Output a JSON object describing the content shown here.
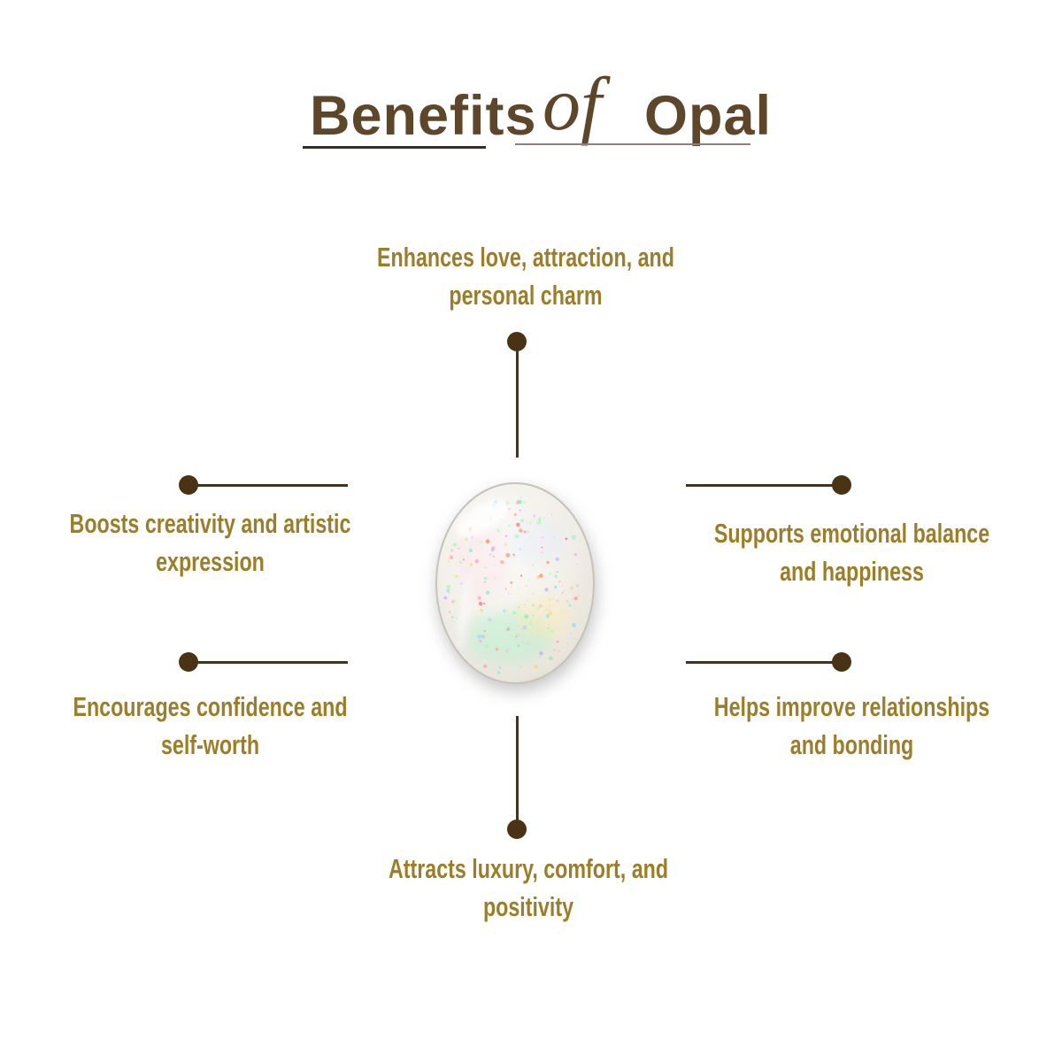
{
  "title": {
    "word1": "Benefits",
    "word2": "of",
    "word3": "Opal"
  },
  "benefits": {
    "top": "Enhances love, attraction, and\npersonal charm",
    "left_top": "Boosts creativity and artistic\nexpression",
    "left_bottom": "Encourages confidence and\nself-worth",
    "right_top": "Supports emotional balance\nand happiness",
    "right_bottom": "Helps improve relationships\nand bonding",
    "bottom": "Attracts luxury, comfort, and\npositivity"
  },
  "gem": {
    "icon": "opal-gem",
    "body_color": "#f3f0ea",
    "rim_color": "#c6c3bd",
    "speckle_colors": [
      "#ff9ec4",
      "#7de8b5",
      "#8fd6ff",
      "#ffd27d",
      "#c9a8ff",
      "#ff8d66",
      "#6ff0d8",
      "#e8e35e",
      "#9effa0",
      "#ff5f5f"
    ]
  },
  "colors": {
    "background": "#ffffff",
    "title_text": "#5e462a",
    "benefit_text": "#9c7d2a",
    "connector": "#4a3315",
    "title_underline_dark": "#3a2b1d",
    "title_underline_gray": "#8a837c"
  }
}
